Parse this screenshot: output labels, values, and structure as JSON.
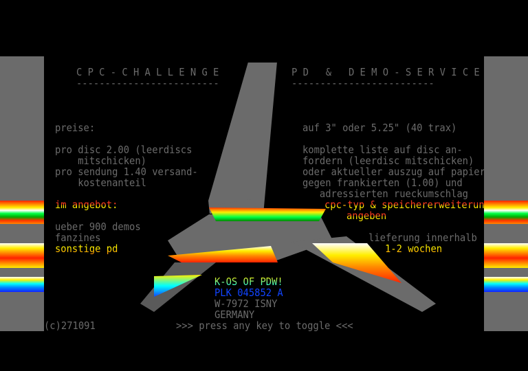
{
  "header": {
    "left_title": "CPC-CHALLENGE",
    "right_title": "PD & DEMO-SERVICE",
    "dashes": "-------------------------"
  },
  "left": {
    "prices_label": "preise:",
    "line1": "pro disc 2.00 (leerdiscs",
    "line2": "    mitschicken)",
    "line3": "pro sendung 1.40 versand-",
    "line4": "    kostenanteil",
    "offer_label": "im angebot:",
    "offer1": "ueber 900 demos",
    "offer2": "fanzines",
    "offer3": "sonstige pd"
  },
  "right": {
    "line1": "auf 3\" oder 5.25\" (40 trax)",
    "line2": "komplette liste auf disc an-",
    "line3": "fordern (leerdisc mitschicken)",
    "line4": "oder aktueller auszug auf papier",
    "line5": "gegen frankierten (1.00) und",
    "line6": "   adressierten rueckumschlag",
    "note1": "cpc-typ & speichererweiterung",
    "note2": "angeben",
    "delivery1": "lieferung innerhalb",
    "delivery2": "1-2 wochen"
  },
  "address": {
    "name": "K-OS OF PDW!",
    "street": "PLK 045852 A",
    "city": "W-7972 ISNY",
    "country": "GERMANY"
  },
  "footer": {
    "copyright": "(c)271091",
    "prompt": ">>> press any key to toggle <<<"
  },
  "colors": {
    "border": "#6b6b6b",
    "text": "#6b6b6b",
    "highlight_red": "#ff3b1f",
    "highlight_yellow": "#ffee00"
  }
}
